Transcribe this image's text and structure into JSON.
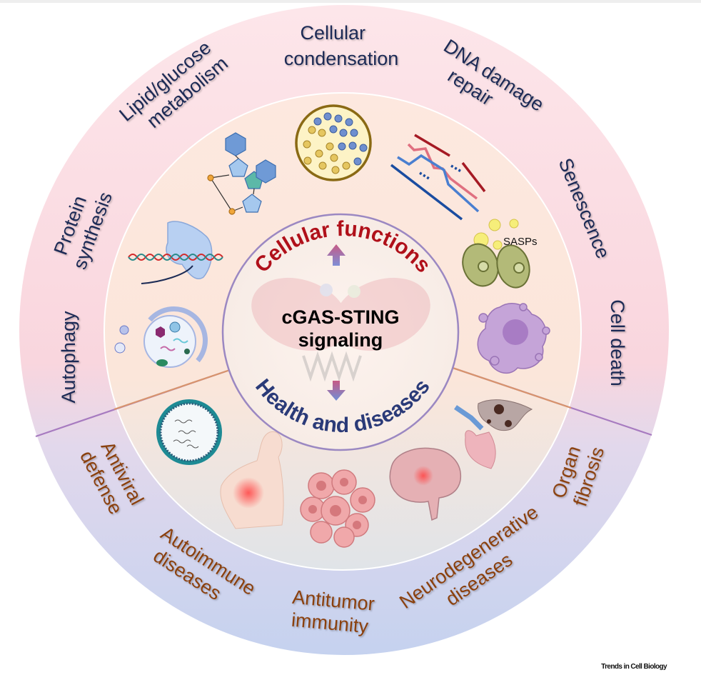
{
  "figure": {
    "center": {
      "title_line1": "cGAS-STING",
      "title_line2": "signaling",
      "upper_arc_label": "Cellular functions",
      "lower_arc_label": "Health and diseases"
    },
    "cellular_functions": [
      {
        "lines": [
          "Autophagy"
        ]
      },
      {
        "lines": [
          "Protein",
          "synthesis"
        ]
      },
      {
        "lines": [
          "Lipid/glucose",
          "metabolism"
        ]
      },
      {
        "lines": [
          "Cellular",
          "condensation"
        ]
      },
      {
        "lines": [
          "DNA damage",
          "repair"
        ]
      },
      {
        "lines": [
          "Senescence"
        ]
      },
      {
        "lines": [
          "Cell death"
        ]
      }
    ],
    "health_and_diseases": [
      {
        "lines": [
          "Antiviral",
          "defense"
        ]
      },
      {
        "lines": [
          "Autoimmune",
          "diseases"
        ]
      },
      {
        "lines": [
          "Antitumor",
          "immunity"
        ]
      },
      {
        "lines": [
          "Neurodegenerative",
          "diseases"
        ]
      },
      {
        "lines": [
          "Organ",
          "fibrosis"
        ]
      }
    ],
    "icon_labels": {
      "sasps": "SASPs"
    },
    "colors": {
      "functions_text": "#1c2b55",
      "diseases_text": "#8a3f0e",
      "upper_arc_text": "#b0101a",
      "lower_arc_text": "#2a3a78",
      "outer_ring_top": "#fbe1e6",
      "outer_ring_bottom": "#c7d3ef",
      "inner_ring_top": "#fde9df",
      "inner_ring_bottom": "#e3e6ec",
      "divider": "#9a6ab8"
    },
    "credit": "Trends in Cell Biology"
  }
}
